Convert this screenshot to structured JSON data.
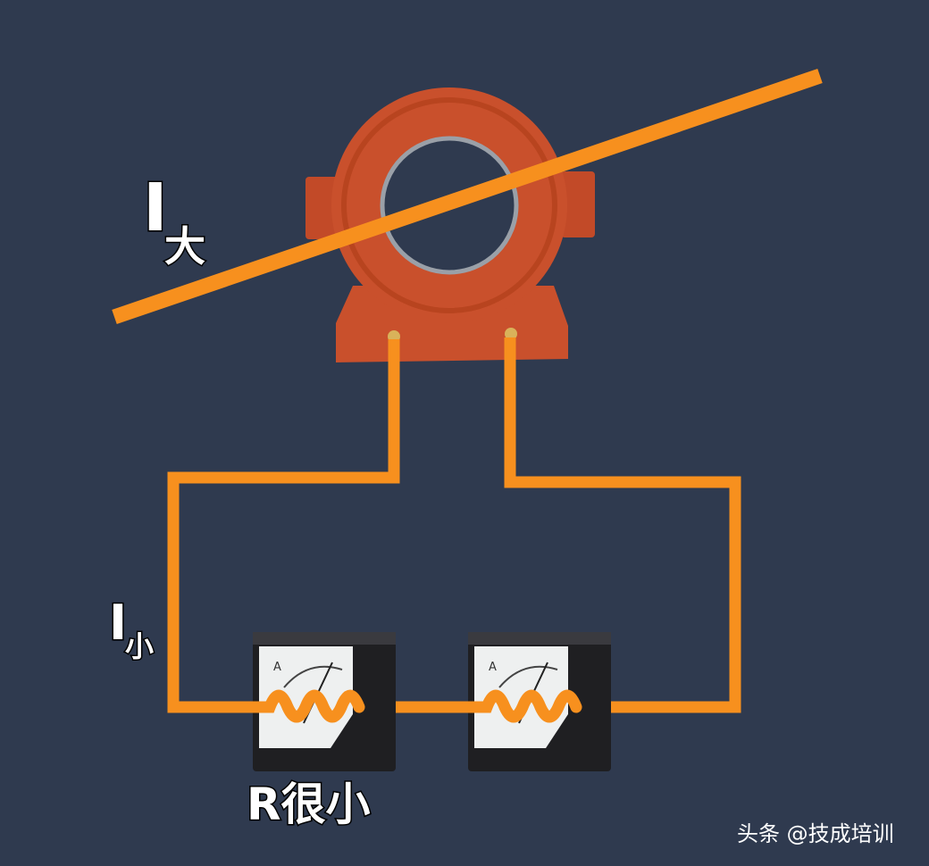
{
  "colors": {
    "background": "#2f3a4f",
    "wire": "#f7901e",
    "ct_body": "#c9502c",
    "ct_dark": "#a83e20",
    "meter_case": "#1f1f22",
    "meter_face": "#eef0f0"
  },
  "labels": {
    "primary_current_symbol": "I",
    "primary_current_subscript": "大",
    "secondary_current_symbol": "I",
    "secondary_current_subscript": "小",
    "resistance_note": "R很小"
  },
  "meters": [
    {
      "unit_letter": "A"
    },
    {
      "unit_letter": "A"
    }
  ],
  "watermark": {
    "icon": "toutiao-logo",
    "text": "头条 @技成培训"
  }
}
